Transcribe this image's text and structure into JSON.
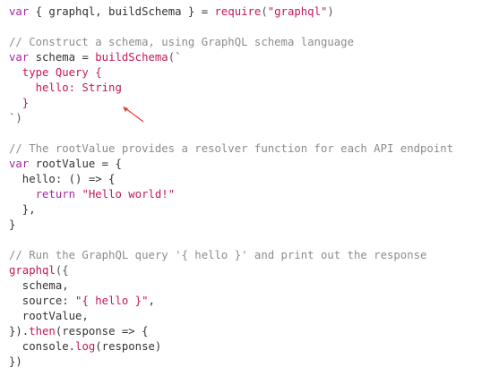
{
  "code_lines": [
    [
      {
        "t": "var",
        "c": "kw"
      },
      {
        "t": " { graphql, buildSchema } = ",
        "c": "pl"
      },
      {
        "t": "require",
        "c": "fn"
      },
      {
        "t": "(",
        "c": "pn"
      },
      {
        "t": "\"graphql\"",
        "c": "str"
      },
      {
        "t": ")",
        "c": "pn"
      }
    ],
    [],
    [
      {
        "t": "// Construct a schema, using GraphQL schema language",
        "c": "cm"
      }
    ],
    [
      {
        "t": "var",
        "c": "kw"
      },
      {
        "t": " schema = ",
        "c": "pl"
      },
      {
        "t": "buildSchema",
        "c": "fn"
      },
      {
        "t": "(`",
        "c": "pn"
      }
    ],
    [
      {
        "t": "  type Query {",
        "c": "tpl"
      }
    ],
    [
      {
        "t": "    hello: String",
        "c": "tpl"
      }
    ],
    [
      {
        "t": "  }",
        "c": "tpl"
      }
    ],
    [
      {
        "t": "`)",
        "c": "pn"
      }
    ],
    [],
    [
      {
        "t": "// The rootValue provides a resolver function for each API endpoint",
        "c": "cm"
      }
    ],
    [
      {
        "t": "var",
        "c": "kw"
      },
      {
        "t": " rootValue = {",
        "c": "pl"
      }
    ],
    [
      {
        "t": "  hello: () => {",
        "c": "pl"
      }
    ],
    [
      {
        "t": "    ",
        "c": "pl"
      },
      {
        "t": "return",
        "c": "kw"
      },
      {
        "t": " ",
        "c": "pl"
      },
      {
        "t": "\"Hello world!\"",
        "c": "str"
      }
    ],
    [
      {
        "t": "  },",
        "c": "pl"
      }
    ],
    [
      {
        "t": "}",
        "c": "pl"
      }
    ],
    [],
    [
      {
        "t": "// Run the GraphQL query '{ hello }' and print out the response",
        "c": "cm"
      }
    ],
    [
      {
        "t": "graphql",
        "c": "fn"
      },
      {
        "t": "({",
        "c": "pn"
      }
    ],
    [
      {
        "t": "  schema,",
        "c": "pl"
      }
    ],
    [
      {
        "t": "  source: ",
        "c": "pl"
      },
      {
        "t": "\"{ hello }\"",
        "c": "str"
      },
      {
        "t": ",",
        "c": "pl"
      }
    ],
    [
      {
        "t": "  rootValue,",
        "c": "pl"
      }
    ],
    [
      {
        "t": "}).",
        "c": "pl"
      },
      {
        "t": "then",
        "c": "fn"
      },
      {
        "t": "(response => {",
        "c": "pl"
      }
    ],
    [
      {
        "t": "  console.",
        "c": "pl"
      },
      {
        "t": "log",
        "c": "fn"
      },
      {
        "t": "(response)",
        "c": "pl"
      }
    ],
    [
      {
        "t": "})",
        "c": "pl"
      }
    ]
  ],
  "colors": {
    "keyword": "#a626a4",
    "function": "#c2185b",
    "string": "#c2185b",
    "comment": "#8c8c8c",
    "plain": "#333333",
    "annotation_arrow": "#e53935"
  },
  "icons": {
    "annotation": "arrow-annotation-icon"
  }
}
